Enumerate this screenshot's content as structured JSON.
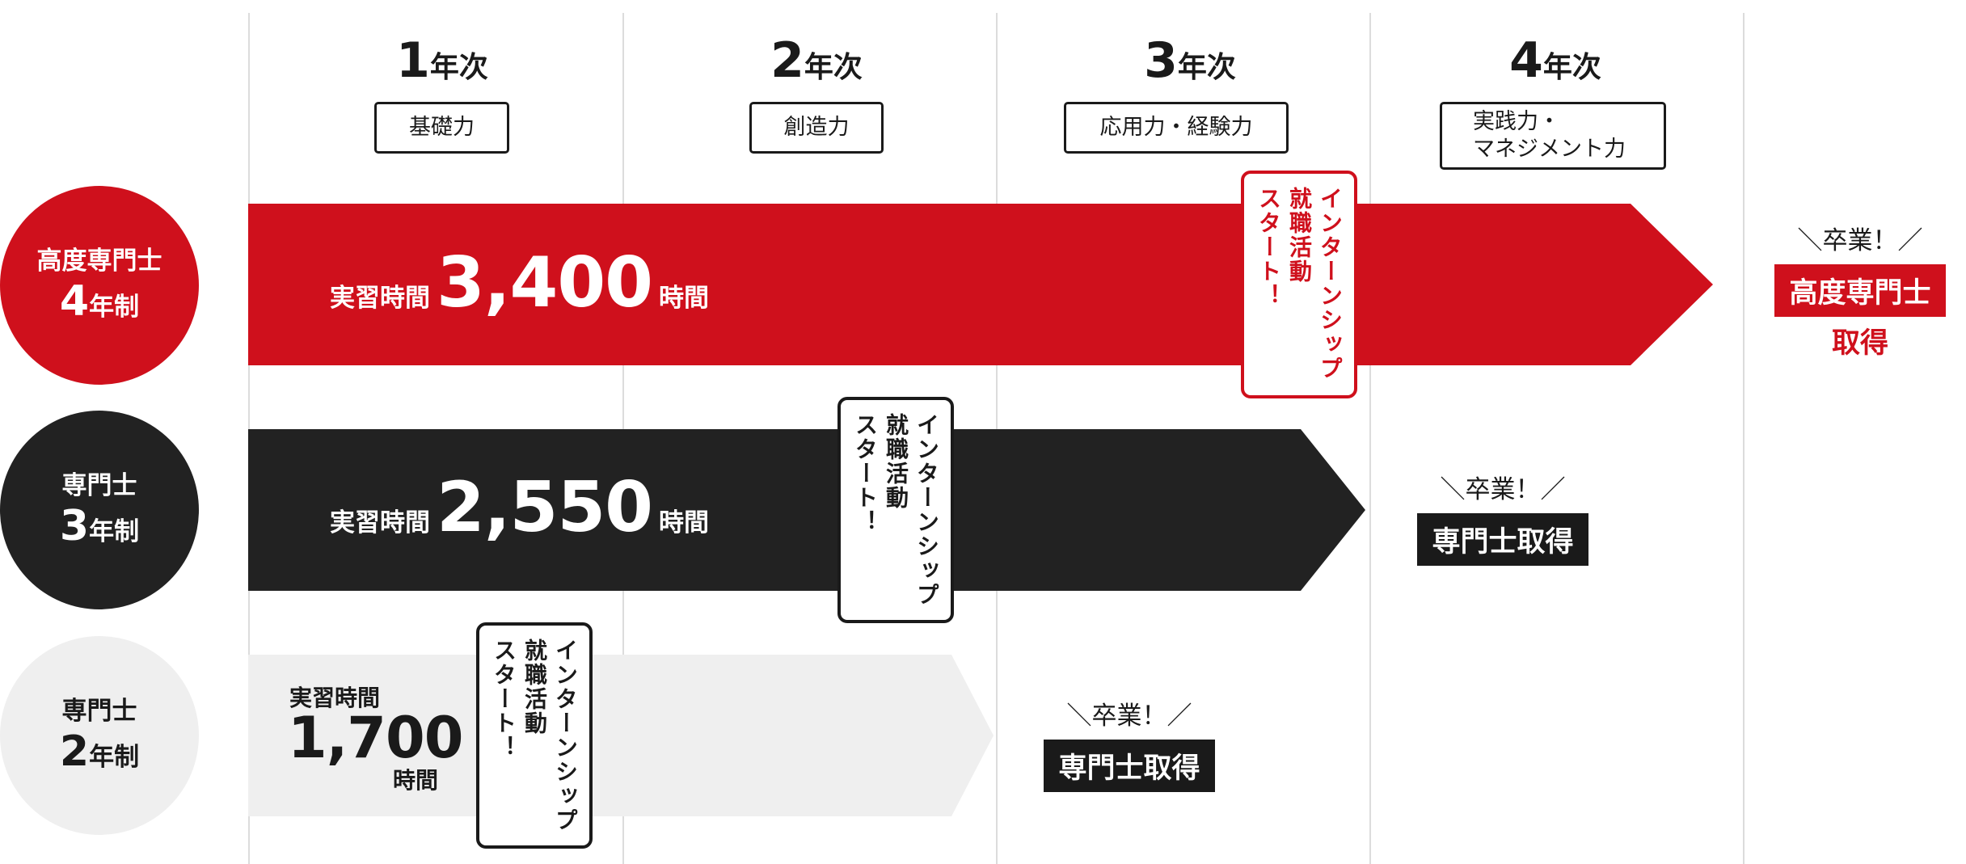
{
  "years": [
    {
      "num": "1",
      "label": "年次",
      "skill": "基礎力"
    },
    {
      "num": "2",
      "label": "年次",
      "skill": "創造力"
    },
    {
      "num": "3",
      "label": "年次",
      "skill": "応用力・経験力"
    },
    {
      "num": "4",
      "label": "年次",
      "skill": "実践力・\nマネジメント力"
    }
  ],
  "courses": [
    {
      "name": "高度専門士",
      "years_num": "4",
      "years_suffix": "年制",
      "hours_prefix": "実習時間",
      "hours": "3,400",
      "hours_suffix": "時間",
      "internship": "インターンシップ\n就職活動\nスタート！",
      "grad_sub": "＼卒業！／",
      "grad_title": "高度専門士",
      "grad_title2": "取得",
      "color": "#cf101c"
    },
    {
      "name": "専門士",
      "years_num": "3",
      "years_suffix": "年制",
      "hours_prefix": "実習時間",
      "hours": "2,550",
      "hours_suffix": "時間",
      "internship": "インターンシップ\n就職活動\nスタート！",
      "grad_sub": "＼卒業！／",
      "grad_title": "専門士取得",
      "color": "#222222"
    },
    {
      "name": "専門士",
      "years_num": "2",
      "years_suffix": "年制",
      "hours_prefix": "実習時間",
      "hours": "1,700",
      "hours_suffix": "時間",
      "internship": "インターンシップ\n就職活動\nスタート！",
      "grad_sub": "＼卒業！／",
      "grad_title": "専門士取得",
      "color": "#efefef"
    }
  ]
}
